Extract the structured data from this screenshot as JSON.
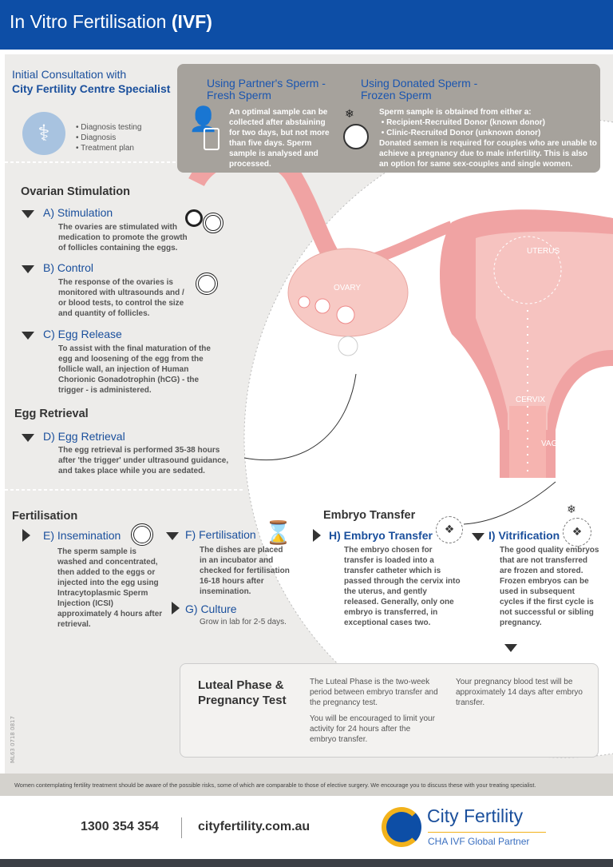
{
  "header": {
    "title": "In Vitro Fertilisation",
    "title_bold": "(IVF)"
  },
  "consultation": {
    "title_line1": "Initial Consultation with",
    "title_line2": "City Fertility Centre Specialist",
    "items": [
      "Diagnosis testing",
      "Diagnosis",
      "Treatment plan"
    ]
  },
  "sperm": {
    "partner": {
      "title": "Using Partner's Sperm - Fresh Sperm",
      "text": "An optimal sample can be collected after abstaining for two days, but not more than five days. Sperm sample is analysed and processed."
    },
    "donated": {
      "title": "Using Donated Sperm - Frozen Sperm",
      "intro": "Sperm sample is obtained from either a:",
      "bullets": [
        "Recipient-Recruited Donor (known donor)",
        "Clinic-Recruited Donor (unknown donor)"
      ],
      "text": "Donated semen is required for couples who are unable to achieve a pregnancy due to male infertility. This is also an option for same sex-couples and single women."
    }
  },
  "ovarian": {
    "title": "Ovarian Stimulation",
    "steps": [
      {
        "title": "A) Stimulation",
        "text": "The ovaries are stimulated with medication to promote the growth of follicles containing the eggs."
      },
      {
        "title": "B) Control",
        "text": "The response of the ovaries is monitored with ultrasounds and / or blood tests, to control the size and quantity of follicles."
      },
      {
        "title": "C) Egg Release",
        "text": "To assist with the final maturation of the egg and loosening of the egg from the follicle wall, an injection of Human Chorionic Gonadotrophin (hCG) - the trigger - is administered."
      }
    ]
  },
  "retrieval": {
    "title": "Egg Retrieval",
    "step": {
      "title": "D) Egg Retrieval",
      "text": "The egg retrieval is performed 35-38 hours after 'the trigger' under ultrasound guidance, and takes place while you are sedated."
    }
  },
  "diagram_labels": {
    "ovary": "OVARY",
    "uterus": "UTERUS",
    "cervix": "CERVIX",
    "vagina": "VAGINA"
  },
  "fertilisation": {
    "title": "Fertilisation",
    "steps": [
      {
        "title": "E) Insemination",
        "text": "The sperm sample is washed and concentrated, then added to the eggs or injected into the egg using Intracytoplasmic Sperm Injection (ICSI) approximately 4 hours after retrieval."
      },
      {
        "title": "F) Fertilisation",
        "text": "The dishes are placed in an incubator and checked for fertilisation 16-18 hours after insemination."
      },
      {
        "title": "G) Culture",
        "text": "Grow in lab for 2-5 days."
      }
    ]
  },
  "transfer": {
    "title": "Embryo Transfer",
    "steps": [
      {
        "title": "H) Embryo Transfer",
        "text": "The embryo chosen for transfer is loaded into a transfer catheter which is passed through the cervix into the uterus, and gently released. Generally, only one embryo is transferred, in exceptional cases two."
      },
      {
        "title": "I) Vitrification",
        "text": "The good quality embryos that are not transferred are frozen and stored. Frozen embryos can be used in subsequent cycles if the first cycle is not successful or sibling pregnancy."
      }
    ]
  },
  "luteal": {
    "title_line1": "Luteal Phase &",
    "title_line2": "Pregnancy Test",
    "text1": "The Luteal Phase is the two-week period between embryo transfer and the pregnancy test.",
    "text2": "You will be encouraged to limit your activity for 24 hours after the embryo transfer.",
    "text3": "Your pregnancy blood test will be approximately 14 days after embryo transfer."
  },
  "doc_code": "ML63 0718 0817",
  "disclaimer": "Women contemplating fertility treatment should be aware of the possible risks, some of which are comparable to those of elective surgery. We encourage you to discuss these with your treating specialist.",
  "footer": {
    "phone": "1300 354 354",
    "website": "cityfertility.com.au",
    "brand": "City Fertility",
    "tagline": "CHA IVF Global Partner"
  },
  "colors": {
    "header": "#0d4ea6",
    "heading_blue": "#1a4f9c",
    "uterus_pink": "#f0a3a3",
    "panel": "#edecea",
    "logo_yellow": "#f2b21b"
  }
}
